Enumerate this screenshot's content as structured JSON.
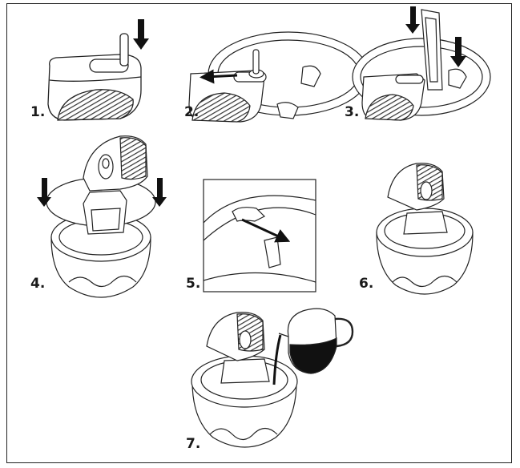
{
  "steps": [
    {
      "label": "1."
    },
    {
      "label": "2."
    },
    {
      "label": "3."
    },
    {
      "label": "4."
    },
    {
      "label": "5."
    },
    {
      "label": "6."
    },
    {
      "label": "7."
    }
  ],
  "colors": {
    "line": "#222222",
    "fill": "#ffffff",
    "dark": "#111111",
    "stripe": "#333333"
  },
  "icons": [
    "down-arrow-icon",
    "left-arrow-icon",
    "diagonal-arrow-icon",
    "jug-icon"
  ]
}
